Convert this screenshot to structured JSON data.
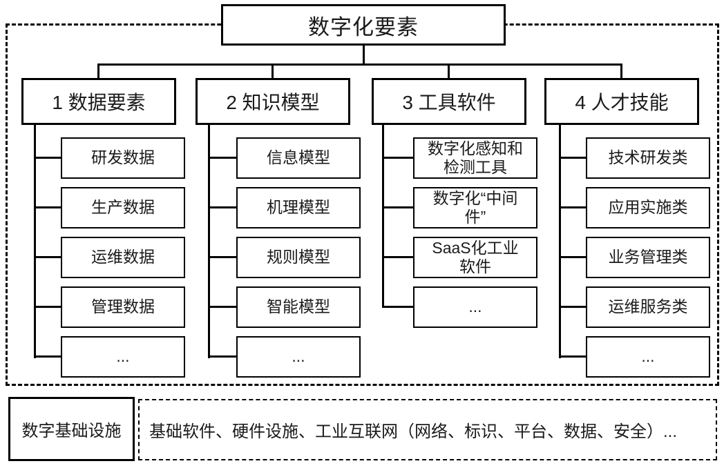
{
  "diagram": {
    "title": "数字化要素",
    "colors": {
      "line": "#000000",
      "text": "#1a1a1a",
      "background": "#ffffff"
    },
    "columns": [
      {
        "label": "1 数据要素",
        "items": [
          "研发数据",
          "生产数据",
          "运维数据",
          "管理数据",
          "..."
        ]
      },
      {
        "label": "2 知识模型",
        "items": [
          "信息模型",
          "机理模型",
          "规则模型",
          "智能模型",
          "..."
        ]
      },
      {
        "label": "3 工具软件",
        "items": [
          "数字化感知和\n检测工具",
          "数字化“中间\n件”",
          "SaaS化工业\n软件",
          "..."
        ]
      },
      {
        "label": "4 人才技能",
        "items": [
          "技术研发类",
          "应用实施类",
          "业务管理类",
          "运维服务类",
          "..."
        ]
      }
    ],
    "infrastructure": {
      "title": "数字基础设施",
      "description": "基础软件、硬件设施、工业互联网（网络、标识、平台、数据、安全）..."
    }
  }
}
